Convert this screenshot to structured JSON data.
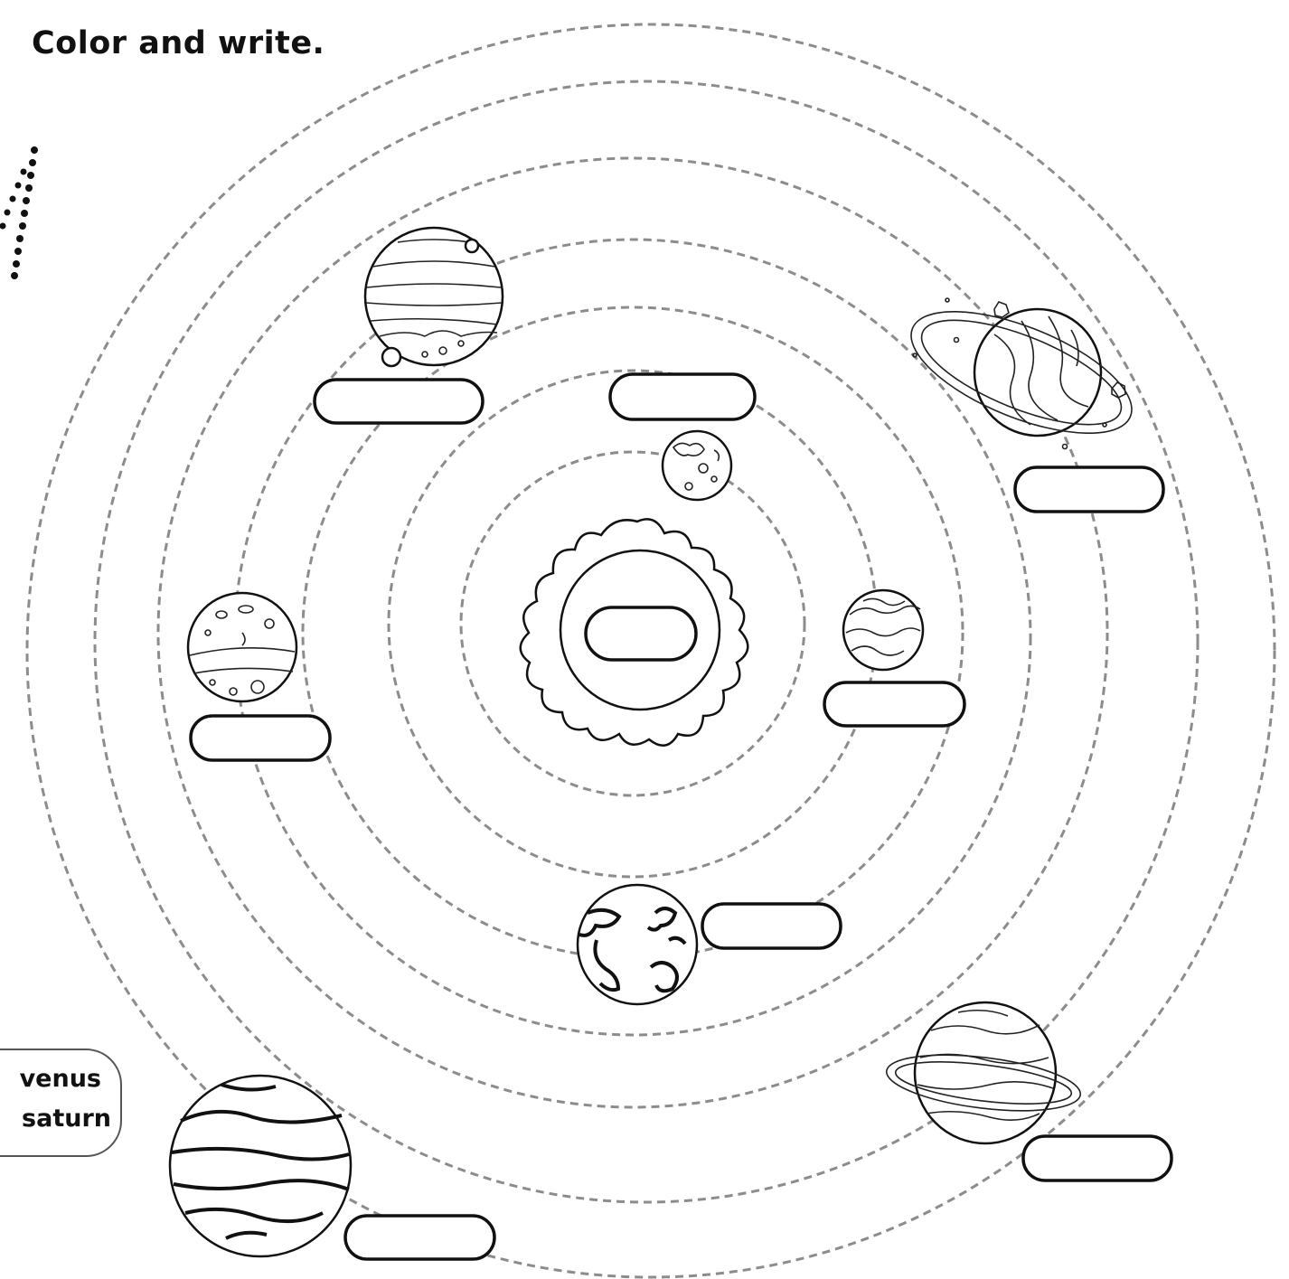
{
  "instruction": "Color and write.",
  "word_bank": [
    "venus",
    "saturn"
  ],
  "colors": {
    "orbit": "#8c8c8c",
    "outline": "#111111",
    "word_bank_border": "#555555"
  }
}
